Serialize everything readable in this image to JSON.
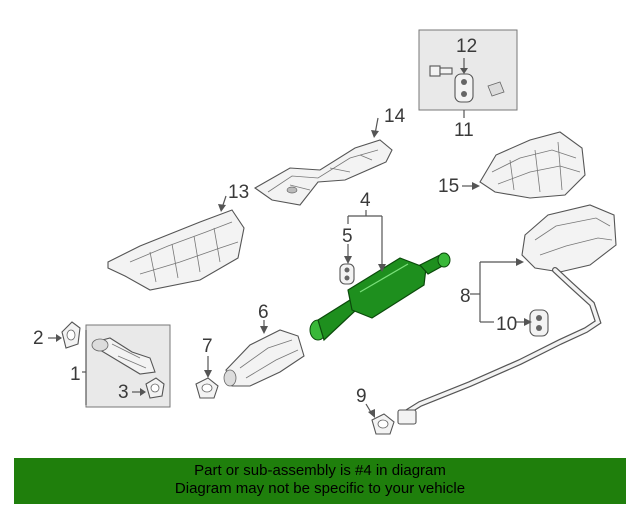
{
  "callouts": {
    "c1": "1",
    "c2": "2",
    "c3": "3",
    "c4": "4",
    "c5": "5",
    "c6": "6",
    "c7": "7",
    "c8": "8",
    "c9": "9",
    "c10": "10",
    "c11": "11",
    "c12": "12",
    "c13": "13",
    "c14": "14",
    "c15": "15"
  },
  "highlight_color": "#1e8f1e",
  "banner": {
    "line1": "Part or sub-assembly is #4 in diagram",
    "line2": "Diagram may not be specific to your vehicle",
    "background": "#1f7f0c"
  }
}
